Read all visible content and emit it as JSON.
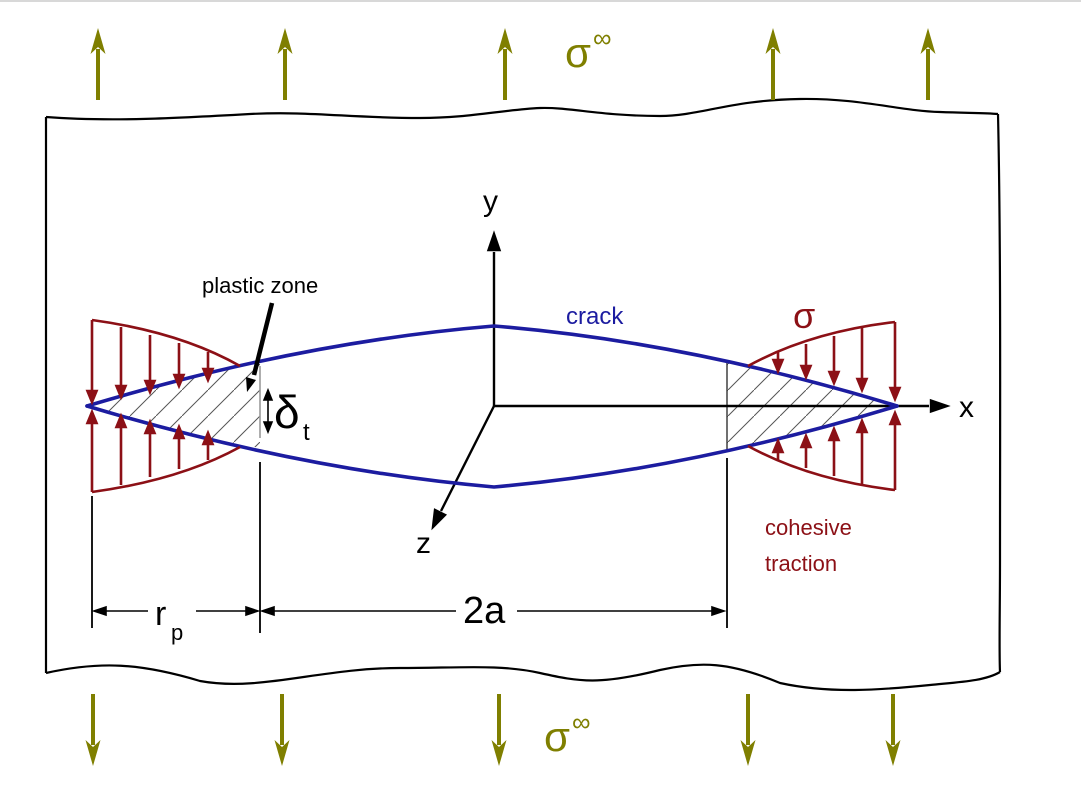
{
  "colors": {
    "far_field": "#7f7f00",
    "cohesive": "#8c1016",
    "crack": "#1c1ca0",
    "ink": "#000000",
    "hatch": "#555555",
    "guide": "#999999",
    "page_border": "#d8d8d8"
  },
  "labels": {
    "far_field_stress_top": "σ",
    "far_field_stress_top_sup": "∞",
    "far_field_stress_bottom": "σ",
    "far_field_stress_bottom_sup": "∞",
    "plastic_zone": "plastic zone",
    "crack": "crack",
    "cohesive_stress": "σ",
    "cohesive_word1": "cohesive",
    "cohesive_word2": "traction",
    "ctod": "δ",
    "ctod_sub": "t",
    "plastic_zone_length": "r",
    "plastic_zone_length_sub": "p",
    "crack_length": "2a",
    "axis_x": "x",
    "axis_y": "y",
    "axis_z": "z"
  },
  "arrows": {
    "top_count": 5,
    "bottom_count": 5,
    "cohesive_per_face": 5
  }
}
